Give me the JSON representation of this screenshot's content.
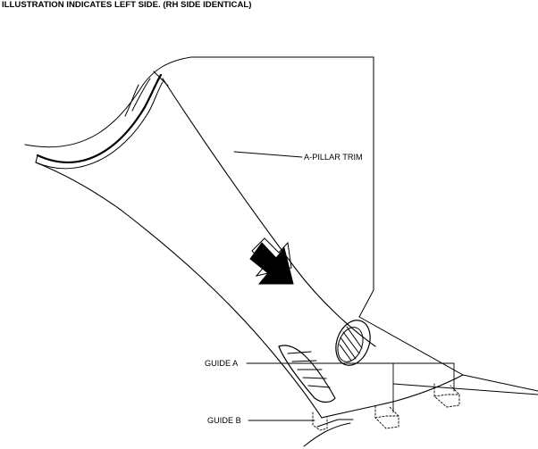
{
  "header": {
    "note": "ILLUSTRATION INDICATES LEFT SIDE. (RH SIDE IDENTICAL)"
  },
  "callouts": {
    "a_pillar_trim": "A-PILLAR TRIM",
    "guide_a": "GUIDE A",
    "guide_b": "GUIDE B"
  },
  "colors": {
    "line": "#000000",
    "background": "#ffffff"
  },
  "icons": {
    "removal_direction": "bold-arrow-down-right-icon"
  }
}
